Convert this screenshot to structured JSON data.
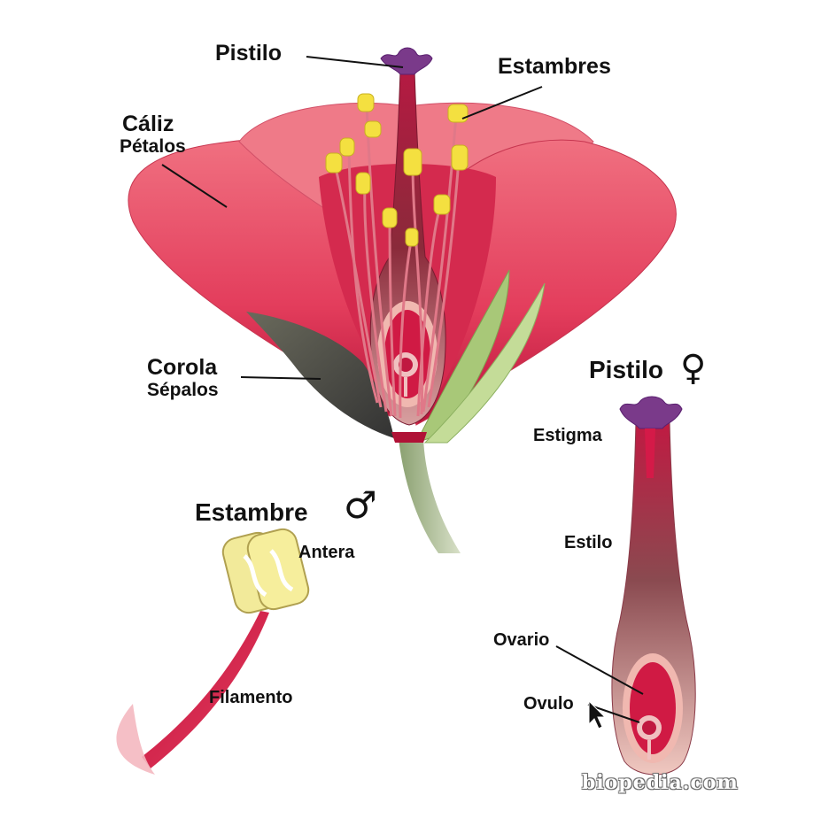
{
  "labels": {
    "pistilo_top": "Pistilo",
    "estambres": "Estambres",
    "caliz": "Cáliz",
    "petalos": "Pétalos",
    "corola": "Corola",
    "sepalos": "Sépalos",
    "estambre": "Estambre",
    "antera": "Antera",
    "filamento": "Filamento",
    "pistilo_detail": "Pistilo",
    "estigma": "Estigma",
    "estilo": "Estilo",
    "ovario": "Ovario",
    "ovulo": "Ovulo"
  },
  "symbols": {
    "male": "♂",
    "female": "♀"
  },
  "watermark": "biopedia.com",
  "colors": {
    "petal": "#e8506a",
    "petal_dark": "#c2183c",
    "sepal": "#4a4a40",
    "leaf": "#9cc070",
    "stigma": "#7a3a8a",
    "anther": "#f2e24a",
    "ovary": "#f4b8b0"
  }
}
